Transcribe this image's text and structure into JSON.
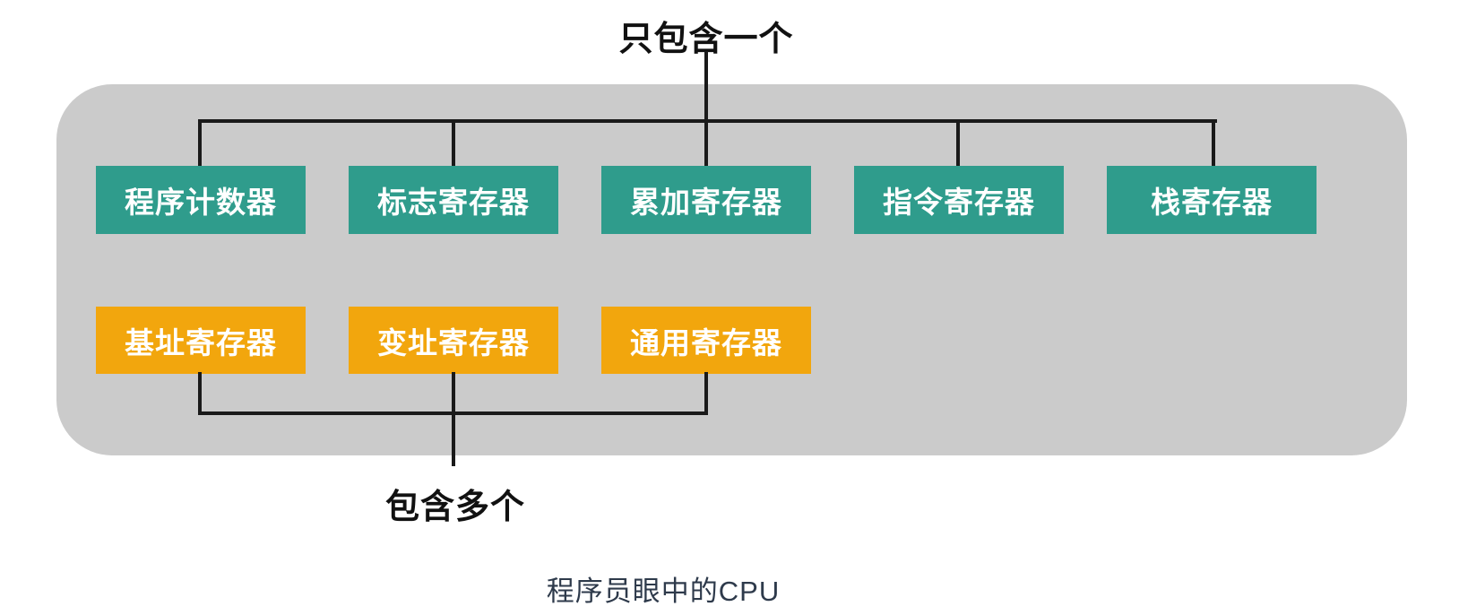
{
  "diagram": {
    "top_annotation": "只包含一个",
    "bottom_annotation": "包含多个",
    "caption": "程序员眼中的CPU",
    "single_registers": [
      {
        "label": "程序计数器"
      },
      {
        "label": "标志寄存器"
      },
      {
        "label": "累加寄存器"
      },
      {
        "label": "指令寄存器"
      },
      {
        "label": "栈寄存器"
      }
    ],
    "multiple_registers": [
      {
        "label": "基址寄存器"
      },
      {
        "label": "变址寄存器"
      },
      {
        "label": "通用寄存器"
      }
    ],
    "colors": {
      "container_fill": "#CBCBCB",
      "single_register_fill": "#2F9C8C",
      "multiple_register_fill": "#F2A60D",
      "connector_line": "#1A1A1A",
      "register_text": "#FFFFFF",
      "annotation_text": "#111111",
      "caption_text": "#2E3A4B"
    }
  }
}
